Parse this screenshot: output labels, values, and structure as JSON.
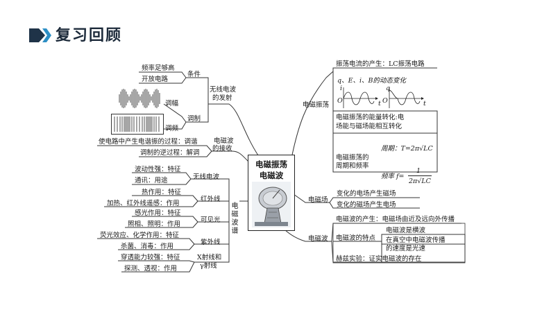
{
  "header": {
    "title": "复习回顾"
  },
  "colors": {
    "accent": "#1f3348",
    "accent2": "#2d8fc5",
    "line": "#333333"
  },
  "center": {
    "line1": "电磁振荡",
    "line2": "电磁波"
  },
  "left_top": {
    "branch_label": [
      "无线电波",
      "的发射"
    ],
    "condition_label": "条件",
    "conditions": [
      "频率足够高",
      "开放电路"
    ],
    "modulation_label": "调制",
    "am_label": "调幅",
    "fm_label": "调频"
  },
  "left_mid": {
    "branch_label": [
      "电磁波",
      "的接收"
    ],
    "items": [
      "使电路中产生电谐振的过程：调谐",
      "调制的逆过程：解调"
    ]
  },
  "spectrum": {
    "branch_label": "电磁波谱",
    "bands": [
      {
        "name": "无线电波",
        "items": [
          "波动性强：特征",
          "通讯：用途"
        ]
      },
      {
        "name": "红外线",
        "items": [
          "热作用：特征",
          "加热、红外线遥感：作用"
        ]
      },
      {
        "name": "可见光",
        "items": [
          "感光作用：特征",
          "照相、照明：作用"
        ]
      },
      {
        "name": "紫外线",
        "items": [
          "荧光效应、化学作用：特征",
          "杀菌、消毒：作用"
        ]
      },
      {
        "name": [
          "X射线和",
          "γ射线"
        ],
        "items": [
          "穿透能力较强：特征",
          "探测、透视：作用"
        ]
      }
    ]
  },
  "oscillation": {
    "branch_label": "电磁振荡",
    "generation": "振荡电流的产生：LC振荡电路",
    "dynamic": "q、E、i、B的动态变化",
    "graph1": {
      "ylabel": "i",
      "xlabel": "t",
      "origin": "O"
    },
    "graph2": {
      "ylabel": "q",
      "xlabel": "t",
      "origin": "O"
    },
    "energy": [
      "电磁振荡的能量转化:电",
      "场能与磁场能相互转化"
    ],
    "period_label": [
      "电磁振荡的",
      "周期和频率"
    ],
    "period": "周期：T=2π√LC",
    "frequency_label": "频率  f=",
    "frequency_num": "1",
    "frequency_den": "2π√LC"
  },
  "field": {
    "branch_label": "电磁场",
    "items": [
      "变化的电场产生磁场",
      "变化的磁场产生电场"
    ]
  },
  "wave": {
    "branch_label": "电磁波",
    "generation": "电磁波的产生：电磁场由近及远向外传播",
    "features_label": "电磁波的特点",
    "features": [
      "电磁波是横波",
      "在真空中电磁波传播",
      "的速度是光速"
    ],
    "hertz": "赫兹实验：证实电磁波的存在"
  }
}
